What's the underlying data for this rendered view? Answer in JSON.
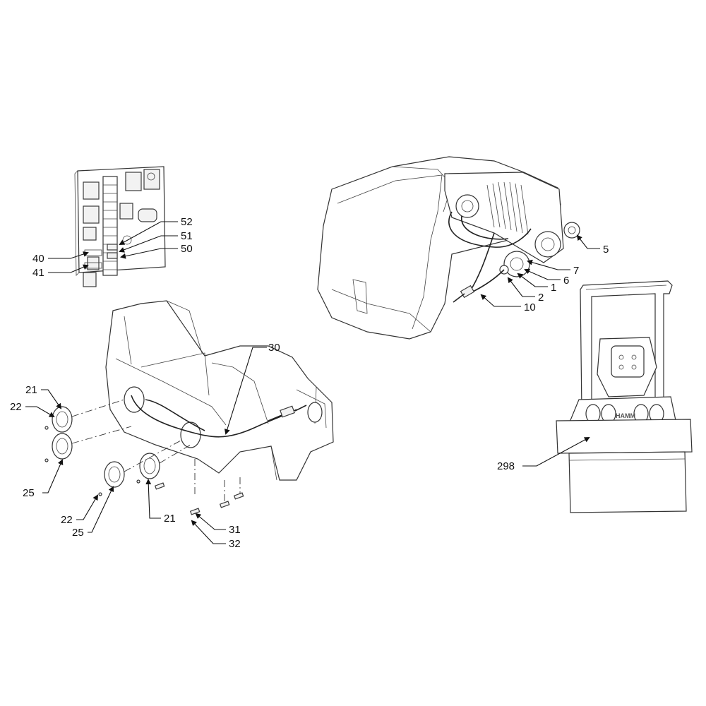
{
  "callouts": {
    "c52": "52",
    "c51": "51",
    "c50": "50",
    "c40": "40",
    "c41": "41",
    "c5": "5",
    "c7": "7",
    "c6": "6",
    "c1": "1",
    "c2": "2",
    "c10": "10",
    "c30": "30",
    "c21a": "21",
    "c22a": "22",
    "c25a": "25",
    "c22b": "22",
    "c25b": "25",
    "c21b": "21",
    "c31": "31",
    "c32": "32",
    "c298": "298"
  },
  "brand_text": "HAMM"
}
